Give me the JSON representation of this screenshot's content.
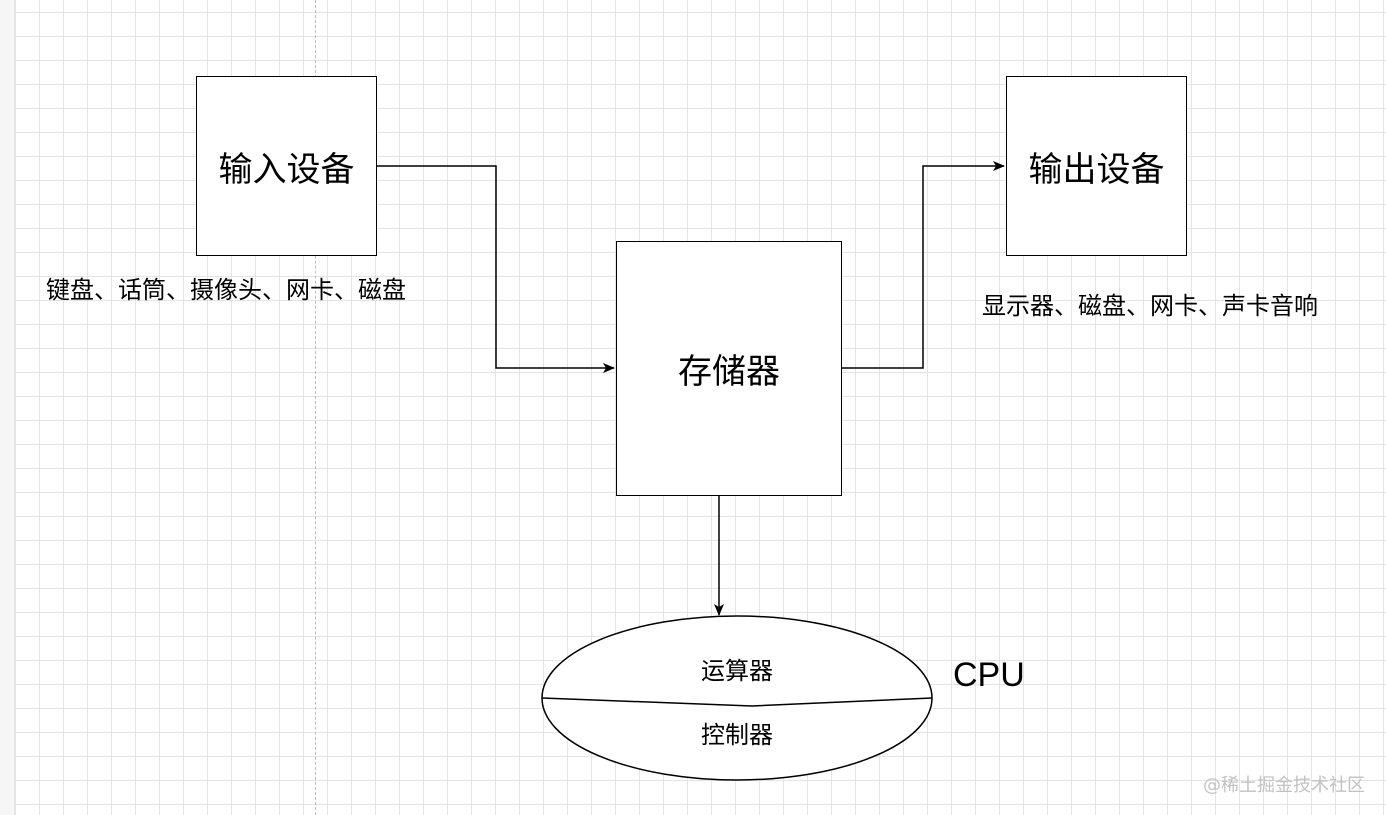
{
  "diagram": {
    "input_device": {
      "label": "输入设备",
      "examples": "键盘、话筒、摄像头、网卡、磁盘"
    },
    "output_device": {
      "label": "输出设备",
      "examples": "显示器、磁盘、网卡、声卡音响"
    },
    "memory": {
      "label": "存储器"
    },
    "cpu": {
      "label": "CPU",
      "alu_label": "运算器",
      "control_label": "控制器"
    }
  },
  "watermark": "@稀土掘金技术社区",
  "colors": {
    "stroke": "#000000",
    "grid": "#e4e4e4",
    "watermark": "#c2c2c2"
  }
}
